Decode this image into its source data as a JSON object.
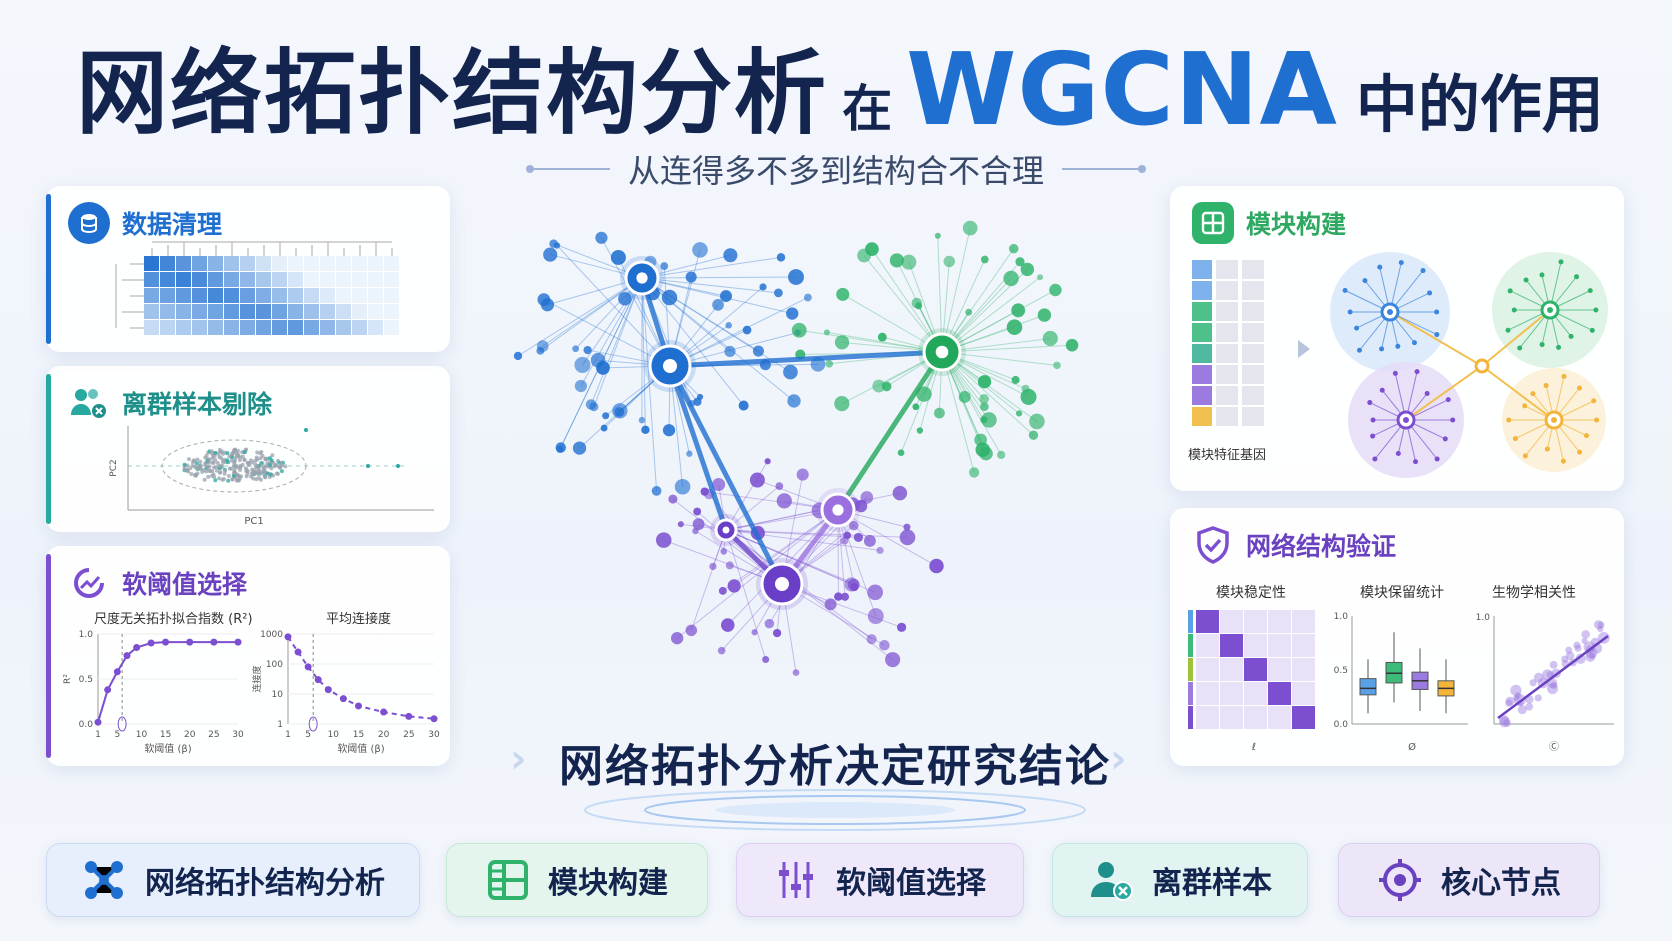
{
  "title": {
    "main": "网络拓扑结构分析",
    "connector": "在",
    "accent": "WGCNA",
    "end": "中的作用"
  },
  "subtitle": "从连得多不多到结构合不合理",
  "panels": {
    "data_cleaning": {
      "title": "数据清理"
    },
    "outlier_removal": {
      "title": "离群样本剔除",
      "pc1_label": "PC1",
      "pc2_label": "PC2"
    },
    "soft_threshold": {
      "title": "软阈值选择",
      "left_chart_title": "尺度无关拓扑拟合指数 (R²)",
      "right_chart_title": "平均连接度",
      "xlabel": "软阈值 (β)",
      "left_ylabel": "R²",
      "right_ylabel": "连接度"
    },
    "module_build": {
      "title": "模块构建",
      "eigengene_label": "模块特征基因"
    },
    "validation": {
      "title": "网络结构验证",
      "stability_title": "模块稳定性",
      "preservation_title": "模块保留统计",
      "bio_title": "生物学相关性"
    }
  },
  "center_label": "网络拓扑分析决定研究结论",
  "bottom_buttons": [
    {
      "label": "网络拓扑结构分析"
    },
    {
      "label": "模块构建"
    },
    {
      "label": "软阈值选择"
    },
    {
      "label": "离群样本"
    },
    {
      "label": "核心节点"
    }
  ],
  "colors": {
    "blue": "#1f6fd1",
    "green": "#2fb36b",
    "purple": "#7b4fd0",
    "teal": "#27a9a0",
    "yellow": "#f2b53a"
  },
  "chart_data": [
    {
      "type": "line",
      "title": "尺度无关拓扑拟合指数 (R²)",
      "xlabel": "软阈值 (β)",
      "ylabel": "R²",
      "x": [
        1,
        3,
        5,
        7,
        9,
        12,
        15,
        20,
        25,
        30
      ],
      "y": [
        0.02,
        0.38,
        0.58,
        0.76,
        0.85,
        0.9,
        0.91,
        0.91,
        0.91,
        0.91
      ],
      "xticks": [
        "1",
        "5",
        "10",
        "15",
        "20",
        "25",
        "30"
      ],
      "yticks": [
        "0.0",
        "0.5",
        "1.0"
      ],
      "ylim": [
        0,
        1.0
      ],
      "threshold_x": 6
    },
    {
      "type": "line",
      "title": "平均连接度",
      "xlabel": "软阈值 (β)",
      "ylabel": "连接度",
      "x": [
        1,
        3,
        5,
        7,
        9,
        12,
        15,
        20,
        25,
        30
      ],
      "y": [
        800,
        250,
        80,
        30,
        14,
        7,
        4,
        2.5,
        1.8,
        1.5
      ],
      "xticks": [
        "1",
        "5",
        "10",
        "15",
        "20",
        "25",
        "30"
      ],
      "yticks": [
        "1",
        "10",
        "100",
        "1000"
      ],
      "log_y": true,
      "threshold_x": 6
    },
    {
      "type": "heatmap",
      "title": "模块稳定性",
      "diagonal_blocks": 5
    },
    {
      "type": "box",
      "title": "模块保留统计",
      "yticks": [
        "0.0",
        "0.5",
        "1.0"
      ],
      "series": [
        {
          "color": "#5aa0e6",
          "median": 0.33,
          "q1": 0.27,
          "q3": 0.42,
          "min": 0.1,
          "max": 0.6
        },
        {
          "color": "#3dbb78",
          "median": 0.47,
          "q1": 0.38,
          "q3": 0.57,
          "min": 0.2,
          "max": 0.85
        },
        {
          "color": "#9b7be0",
          "median": 0.4,
          "q1": 0.32,
          "q3": 0.48,
          "min": 0.12,
          "max": 0.7
        },
        {
          "color": "#f2b53a",
          "median": 0.33,
          "q1": 0.26,
          "q3": 0.4,
          "min": 0.1,
          "max": 0.6
        }
      ]
    },
    {
      "type": "scatter",
      "title": "生物学相关性",
      "yticks": [
        "1.0"
      ],
      "trend": "positive"
    }
  ]
}
